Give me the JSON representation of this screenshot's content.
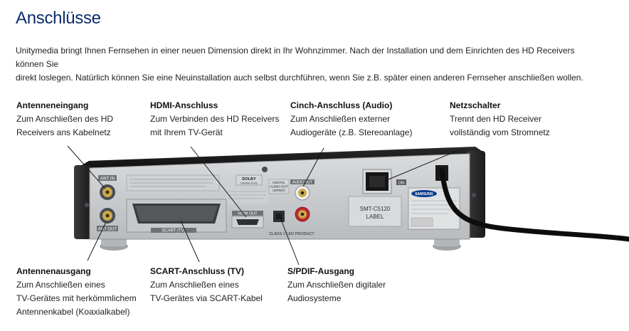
{
  "page": {
    "title": "Anschlüsse",
    "intro_line1": "Unitymedia bringt Ihnen Fernsehen in einer neuen Dimension direkt in Ihr Wohnzimmer. Nach der Installation und dem Einrichten des HD Receivers können Sie",
    "intro_line2": "direkt loslegen. Natürlich können Sie eine Neuinstallation auch selbst durchführen, wenn Sie z.B. später einen anderen Fernseher anschließen wollen."
  },
  "labels": {
    "antenna_in": {
      "title": "Antenneneingang",
      "line1": "Zum Anschließen des HD",
      "line2": "Receivers ans Kabelnetz"
    },
    "hdmi": {
      "title": "HDMI-Anschluss",
      "line1": "Zum Verbinden des HD Receivers",
      "line2": "mit Ihrem TV-Gerät"
    },
    "cinch": {
      "title": "Cinch-Anschluss (Audio)",
      "line1": "Zum Anschließen externer",
      "line2": "Audiogeräte (z.B. Stereoanlage)"
    },
    "power": {
      "title": "Netzschalter",
      "line1": "Trennt den HD Receiver",
      "line2": "vollständig vom Stromnetz"
    },
    "antenna_out": {
      "title": "Antennenausgang",
      "line1": "Zum Anschließen eines",
      "line2": "TV-Gerätes mit herkömmlichem",
      "line3": "Antennenkabel (Koaxialkabel)"
    },
    "scart": {
      "title": "SCART-Anschluss (TV)",
      "line1": "Zum Anschließen eines",
      "line2": "TV-Gerätes via SCART-Kabel"
    },
    "spdif": {
      "title": "S/PDIF-Ausgang",
      "line1": "Zum Anschließen digitaler",
      "line2": "Audiosysteme"
    }
  },
  "device": {
    "ant_in": "ANT IN",
    "ant_out": "ANT OUT",
    "scart": "SCART (TV)",
    "hdmi_out": "HDMI OUT",
    "digital_audio": "DIGITAL",
    "digital_audio2": "AUDIO OUT",
    "digital_audio3": "(S/PDIF)",
    "audio_out": "AUDIO OUT",
    "dolby": "DOLBY",
    "dolby_sub": "DIGITAL PLUS",
    "model": "SMT-C5120",
    "model_sub": "LABEL",
    "class_led": "CLASS 1 LED PRODUCT",
    "brand": "SAMSUNG",
    "on": "ON"
  }
}
